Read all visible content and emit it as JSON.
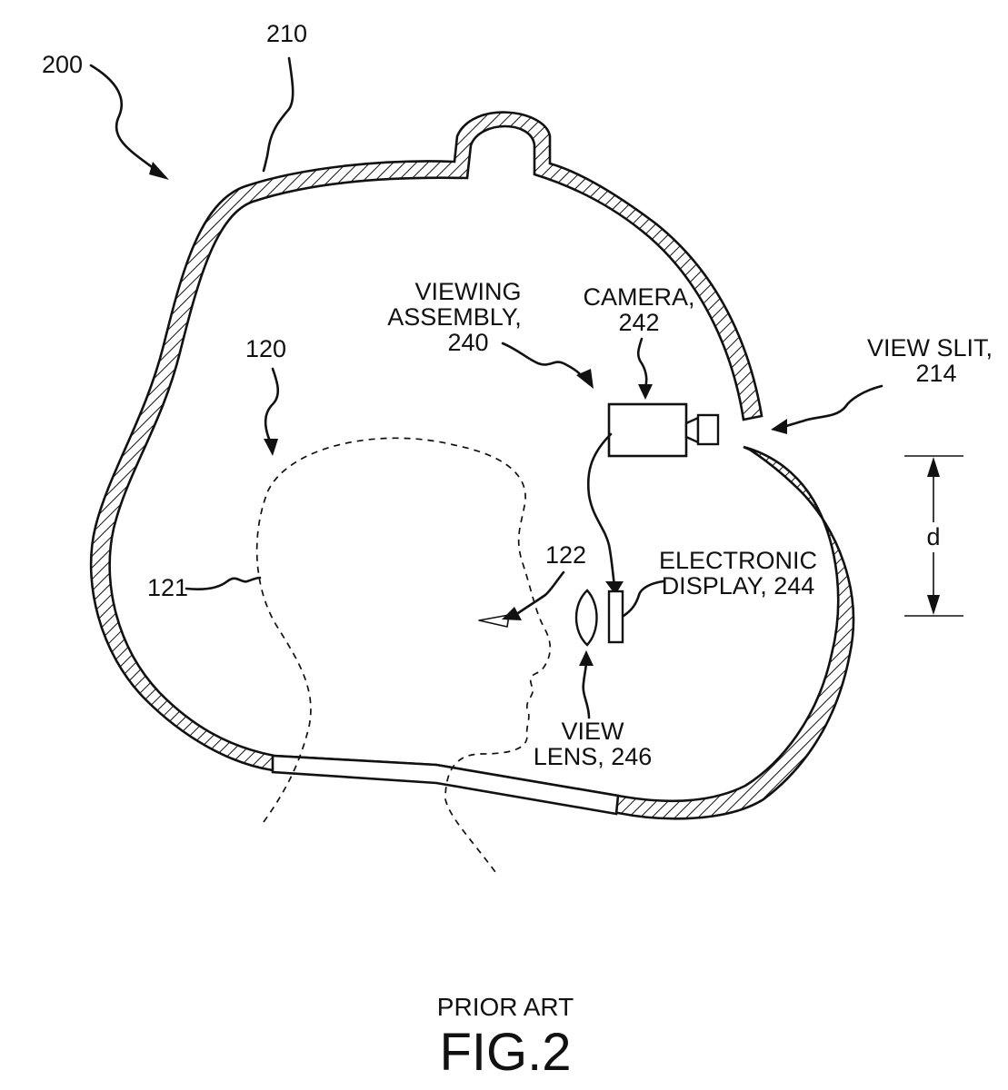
{
  "figure": {
    "caption_top": "PRIOR ART",
    "caption_main": "FIG.2"
  },
  "labels": {
    "ref_200": "200",
    "ref_210": "210",
    "ref_120": "120",
    "ref_121": "121",
    "ref_122": "122",
    "viewing_assembly": [
      "VIEWING",
      "ASSEMBLY,",
      "240"
    ],
    "camera": [
      "CAMERA,",
      "242"
    ],
    "view_slit": [
      "VIEW SLIT,",
      "214"
    ],
    "electronic_display": [
      "ELECTRONIC",
      "DISPLAY, 244"
    ],
    "view_lens": [
      "VIEW",
      "LENS, 246"
    ],
    "dimension_d": "d"
  }
}
